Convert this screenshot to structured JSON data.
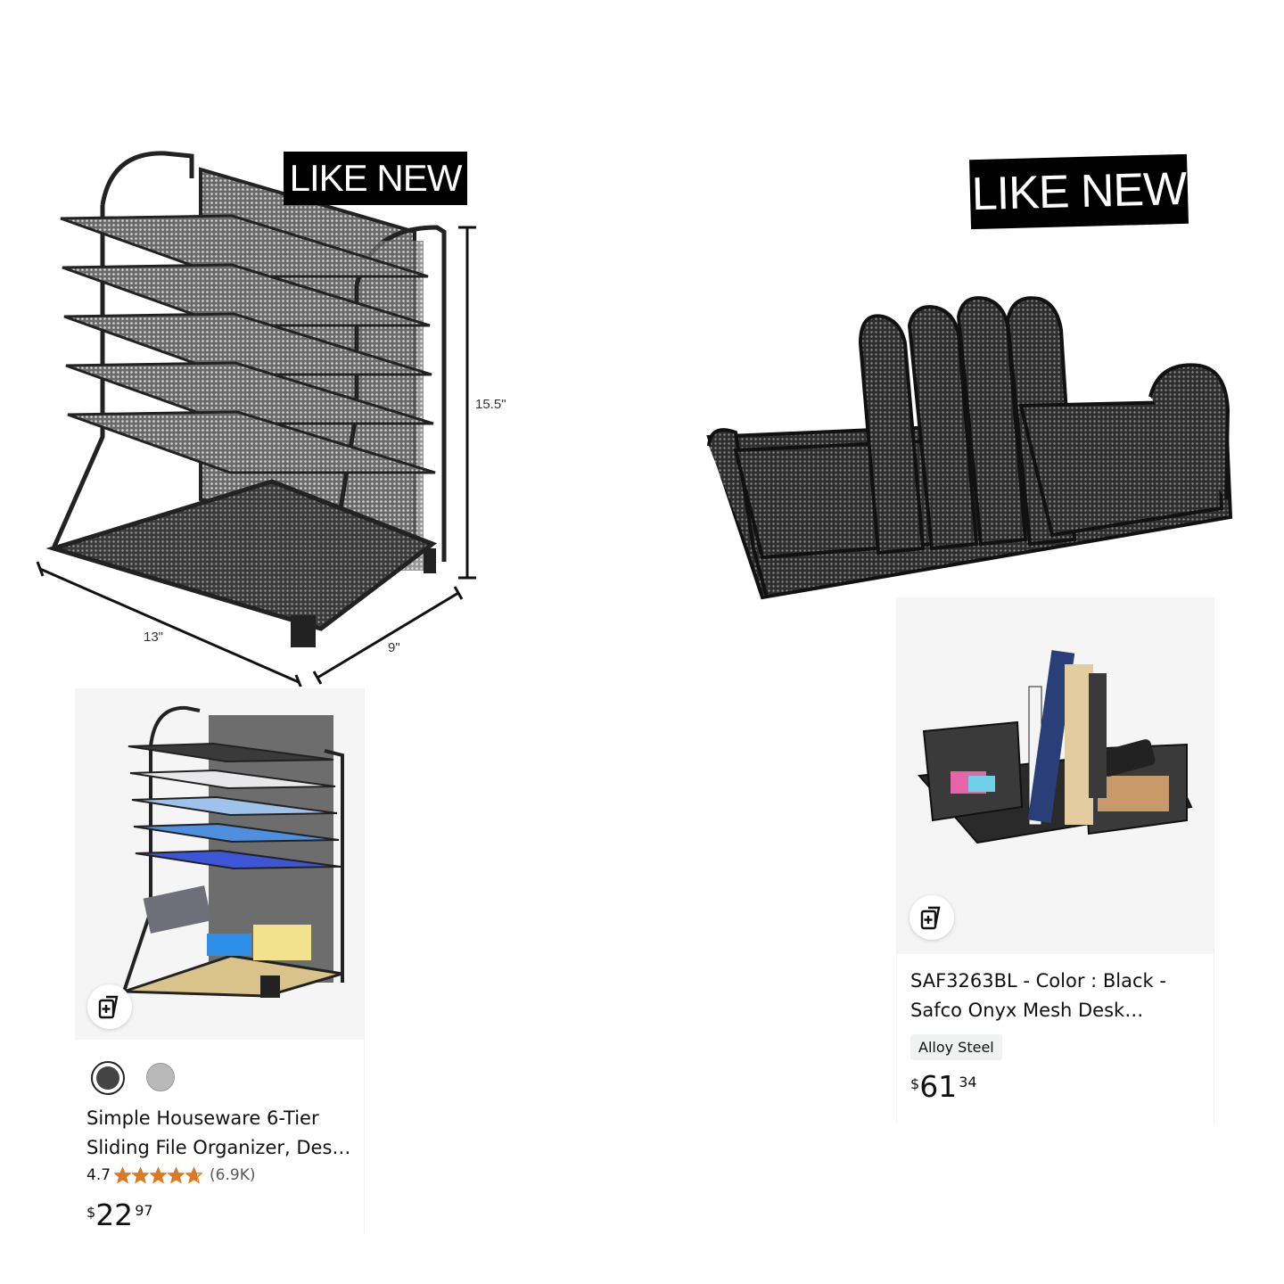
{
  "badges": {
    "left": "LIKE NEW",
    "right": "LIKE NEW"
  },
  "dimensions": {
    "height": "15.5\"",
    "width": "13\"",
    "depth": "9\""
  },
  "products": [
    {
      "swatches": [
        "dark-gray",
        "light-gray"
      ],
      "title_line1": "Simple Houseware 6-Tier",
      "title_line2": "Sliding File Organizer, Des…",
      "rating": "4.7",
      "rating_value": 4.7,
      "review_count": "(6.9K)",
      "price_symbol": "$",
      "price_whole": "22",
      "price_fraction": "97",
      "compare_icon": "add-to-compare-icon"
    },
    {
      "title_line1": "SAF3263BL - Color : Black -",
      "title_line2": "Safco Onyx Mesh Desk…",
      "material": "Alloy Steel",
      "price_symbol": "$",
      "price_whole": "61",
      "price_fraction": "34",
      "compare_icon": "add-to-compare-icon"
    }
  ],
  "colors": {
    "star": "#de7921",
    "badge_bg": "#000000",
    "card_img_bg": "#f5f5f5"
  }
}
